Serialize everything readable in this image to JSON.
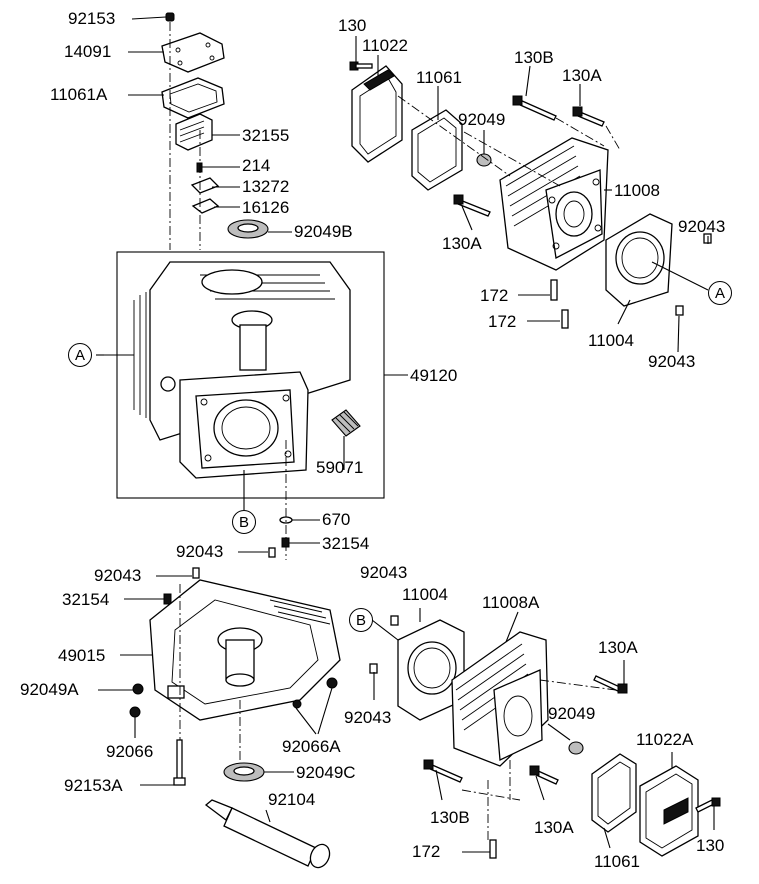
{
  "labels": {
    "p92153": "92153",
    "p14091": "14091",
    "p11061A": "11061A",
    "p32155": "32155",
    "p214": "214",
    "p13272": "13272",
    "p16126": "16126",
    "p92049B": "92049B",
    "p49120": "49120",
    "p59071": "59071",
    "p670": "670",
    "p32154_r": "32154",
    "p92043_mid": "92043",
    "p92043_left": "92043",
    "p32154_left": "32154",
    "p49015": "49015",
    "p92049A": "92049A",
    "p92066": "92066",
    "p92066A": "92066A",
    "p92153A": "92153A",
    "p92049C": "92049C",
    "p92104": "92104",
    "p130_top": "130",
    "p11022": "11022",
    "p11061_top": "11061",
    "p130B_top": "130B",
    "p130A_top": "130A",
    "p92049_top": "92049",
    "p11008": "11008",
    "p130A_mid": "130A",
    "p92043_top": "92043",
    "p172_a": "172",
    "p172_b": "172",
    "p11004_top": "11004",
    "p92043_low": "92043",
    "p92043_bl": "92043",
    "p11004_bot": "11004",
    "p11008A": "11008A",
    "p130A_bot": "130A",
    "p92043_bl2": "92043",
    "p92049_bot": "92049",
    "p11022A": "11022A",
    "p130B_bot": "130B",
    "p130A_bot2": "130A",
    "p172_bot": "172",
    "p11061_bot": "11061",
    "p130_bot": "130"
  },
  "callouts": {
    "A_left": "A",
    "A_right": "A",
    "B_top": "B",
    "B_bot": "B"
  }
}
